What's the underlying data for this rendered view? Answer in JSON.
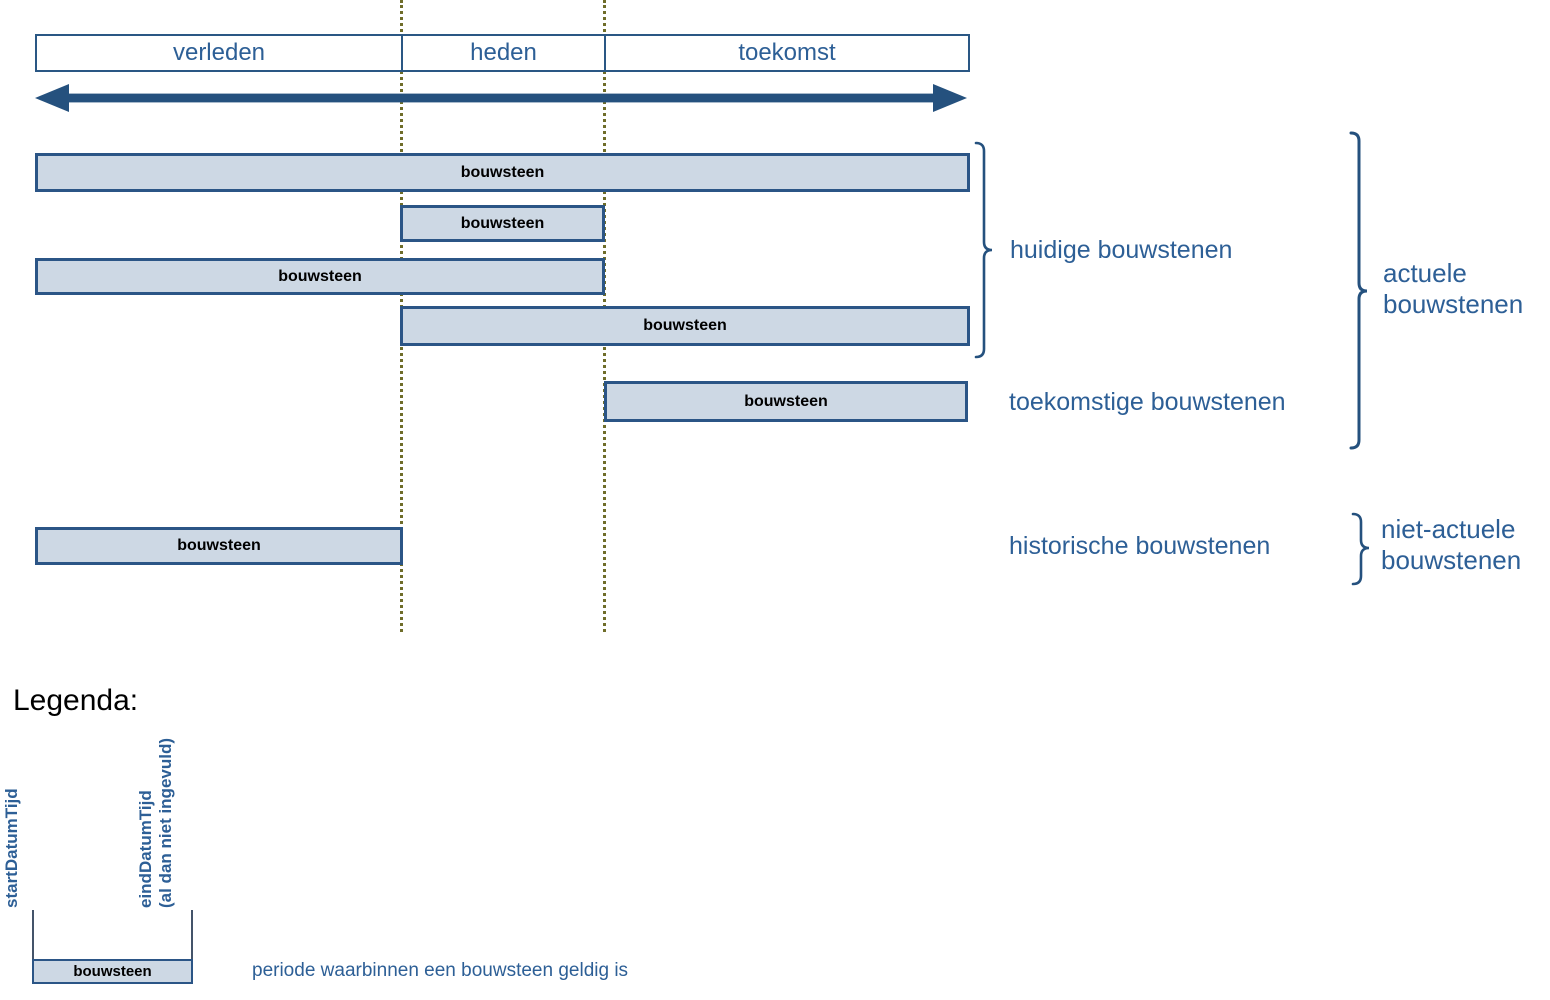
{
  "colors": {
    "accent_dark_blue": "#25517e",
    "bar_fill": "#cdd8e4",
    "bar_border": "#2b5586",
    "label_blue": "#2d5f96",
    "dotted_line_olive": "#6f6d2a",
    "legend_connector": "#44546a",
    "bar_text": "#000000"
  },
  "timeline_header": {
    "columns": [
      {
        "label": "verleden"
      },
      {
        "label": "heden"
      },
      {
        "label": "toekomst"
      }
    ]
  },
  "bars": [
    {
      "label": "bouwsteen",
      "span": "verleden tot toekomst"
    },
    {
      "label": "bouwsteen",
      "span": "heden"
    },
    {
      "label": "bouwsteen",
      "span": "verleden tot heden"
    },
    {
      "label": "bouwsteen",
      "span": "heden tot toekomst"
    },
    {
      "label": "bouwsteen",
      "span": "toekomst"
    },
    {
      "label": "bouwsteen",
      "span": "verleden"
    }
  ],
  "groups": {
    "huidige": "huidige bouwstenen",
    "toekomstige": "toekomstige bouwstenen",
    "historische": "historische bouwstenen",
    "actuele": "actuele bouwstenen",
    "niet_actuele": "niet-actuele bouwstenen"
  },
  "legend": {
    "title": "Legenda:",
    "start_label": "startDatumTijd",
    "end_label": "eindDatumTijd",
    "end_note": "(al dan niet ingevuld)",
    "bar_label": "bouwsteen",
    "description": "periode waarbinnen een bouwsteen geldig is"
  }
}
